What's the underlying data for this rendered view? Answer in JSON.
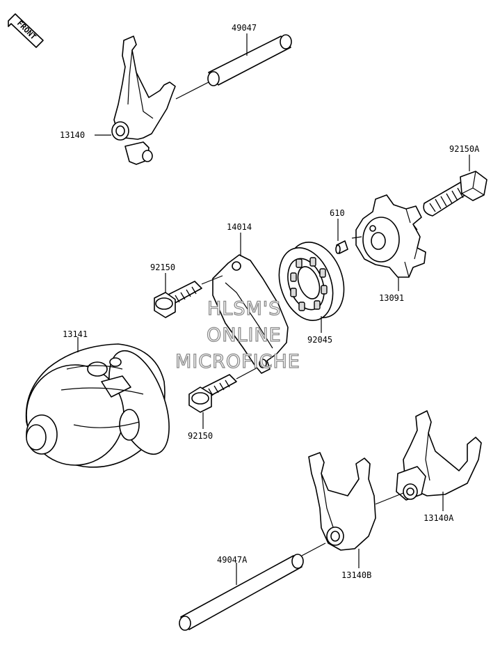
{
  "front_badge": {
    "text": "FRONT"
  },
  "watermark": {
    "lines": [
      "HLSM'S",
      "ONLINE",
      "MICROFICHE"
    ]
  },
  "parts": [
    {
      "id": "49047",
      "label": "49047"
    },
    {
      "id": "13140",
      "label": "13140"
    },
    {
      "id": "92150A",
      "label": "92150A"
    },
    {
      "id": "610",
      "label": "610"
    },
    {
      "id": "14014",
      "label": "14014"
    },
    {
      "id": "92150",
      "label": "92150"
    },
    {
      "id": "13091",
      "label": "13091"
    },
    {
      "id": "13141",
      "label": "13141"
    },
    {
      "id": "92045",
      "label": "92045"
    },
    {
      "id": "92150b",
      "label": "92150"
    },
    {
      "id": "13140A",
      "label": "13140A"
    },
    {
      "id": "49047A",
      "label": "49047A"
    },
    {
      "id": "13140B",
      "label": "13140B"
    }
  ]
}
